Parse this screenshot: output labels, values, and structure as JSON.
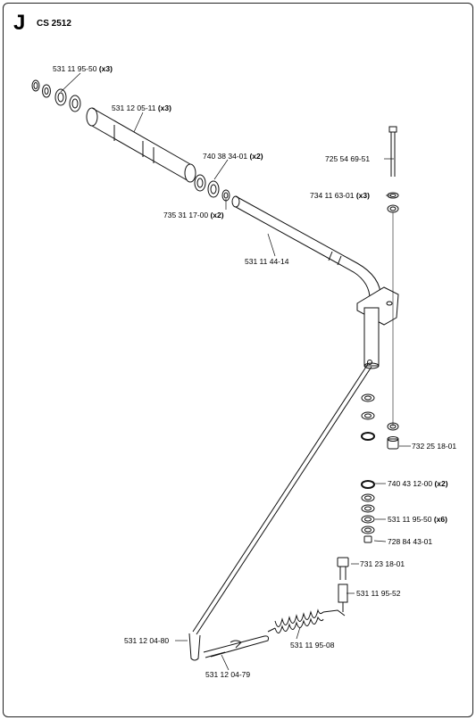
{
  "header": {
    "section_letter": "J",
    "model_code": "CS 2512"
  },
  "callouts": [
    {
      "id": "c1",
      "part": "531 11 95-50",
      "qty": "(x3)"
    },
    {
      "id": "c2",
      "part": "531 12 05-11",
      "qty": "(x3)"
    },
    {
      "id": "c3",
      "part": "725 54 69-51",
      "qty": ""
    },
    {
      "id": "c4",
      "part": "740 38 34-01",
      "qty": "(x2)"
    },
    {
      "id": "c5",
      "part": "734 11 63-01",
      "qty": "(x3)"
    },
    {
      "id": "c6",
      "part": "735 31 17-00",
      "qty": "(x2)"
    },
    {
      "id": "c7",
      "part": "531 11 44-14",
      "qty": ""
    },
    {
      "id": "c8",
      "part": "732 25 18-01",
      "qty": ""
    },
    {
      "id": "c9",
      "part": "740 43 12-00",
      "qty": "(x2)"
    },
    {
      "id": "c10",
      "part": "531 11 95-50",
      "qty": "(x6)"
    },
    {
      "id": "c11",
      "part": "728 84 43-01",
      "qty": ""
    },
    {
      "id": "c12",
      "part": "731 23 18-01",
      "qty": ""
    },
    {
      "id": "c13",
      "part": "531 11 95-52",
      "qty": ""
    },
    {
      "id": "c14",
      "part": "531 12 04-80",
      "qty": ""
    },
    {
      "id": "c15",
      "part": "531 11 95-08",
      "qty": ""
    },
    {
      "id": "c16",
      "part": "531 12 04-79",
      "qty": ""
    }
  ]
}
